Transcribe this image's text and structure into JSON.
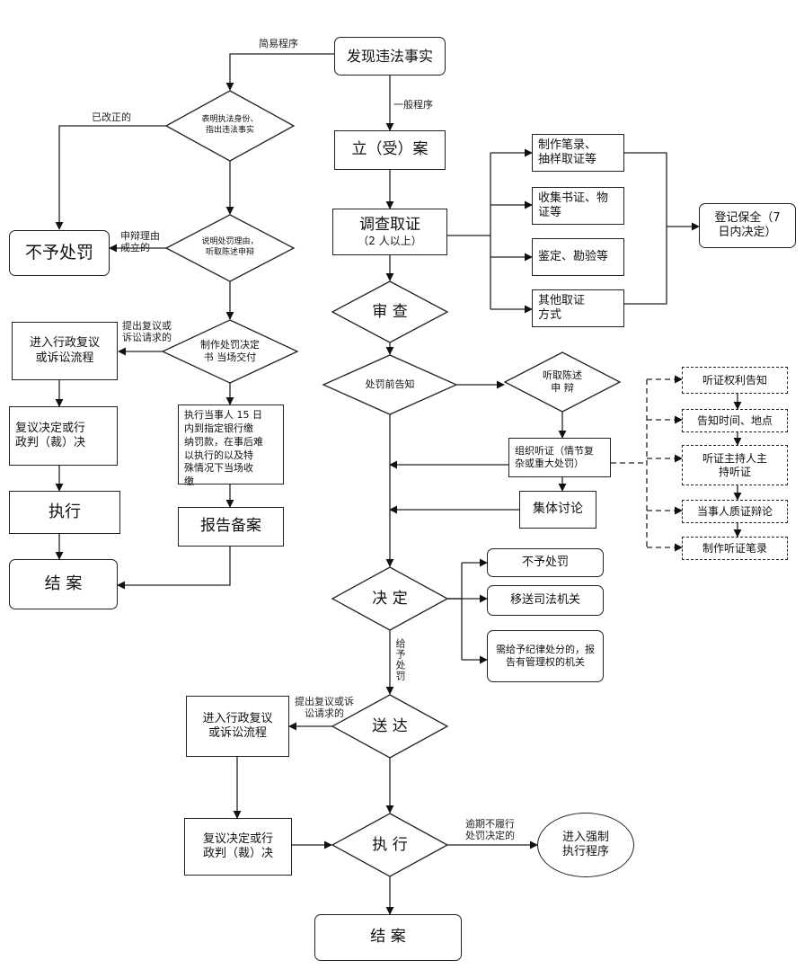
{
  "nodes": {
    "discover": "发现违法事实",
    "show_identity": "表明执法身份、\n指出违法事实",
    "no_penalty_left": "不予处罚",
    "explain_reason": "说明处罚理由，\n听取陈述申辩",
    "make_decision_doc": "制作处罚决定\n书  当场交付",
    "admin_review_left": "进入行政复议\n或诉讼流程",
    "review_result_left": "复议决定或行\n政判（裁）决",
    "execute_left": "执行",
    "close_left": "结  案",
    "pay_fine": "执行当事人 15 日\n内到指定银行缴\n纳罚款，在事后难\n以执行的以及特\n殊情况下当场收\n缴",
    "report_file": "报告备案",
    "file_case": "立（受）案",
    "investigate": "调查取证",
    "investigate_sub": "（2 人以上）",
    "record_sample": "制作笔录、\n抽样取证等",
    "collect_evidence": "收集书证、物\n证等",
    "appraisal": "鉴定、勘验等",
    "other_evidence": "其他取证\n方式",
    "register_preserve": "登记保全（7\n日内决定）",
    "review": "审  查",
    "pre_notice": "处罚前告知",
    "hear_statement": "听取陈述\n申  辩",
    "organize_hearing": "组织听证（情节复\n杂或重大处罚）",
    "collective_discussion": "集体讨论",
    "hearing_rights": "听证权利告知",
    "notify_time_place": "告知时间、地点",
    "hearing_host": "听证主持人主\n持听证",
    "parties_crossexam": "当事人质证辩论",
    "hearing_record": "制作听证笔录",
    "decide": "决  定",
    "no_penalty_right": "不予处罚",
    "transfer_judicial": "移送司法机关",
    "discipline": "需给予纪律处分的，报\n告有管理权的机关",
    "deliver": "送  达",
    "admin_review_bottom": "进入行政复议\n或诉讼流程",
    "review_result_bottom": "复议决定或行\n政判（裁）决",
    "execute_bottom": "执  行",
    "enforce": "进入强制\n执行程序",
    "close_bottom": "结  案"
  },
  "labels": {
    "simple_procedure": "简易程序",
    "general_procedure": "一般程序",
    "corrected": "已改正的",
    "defense_valid": "申辩理由\n成立的",
    "apply_review_left": "提出复议或\n诉讼请求的",
    "give_penalty": "给予处罚",
    "apply_review_bottom": "提出复议或诉\n讼请求的",
    "overdue": "逾期不履行\n处罚决定的"
  }
}
